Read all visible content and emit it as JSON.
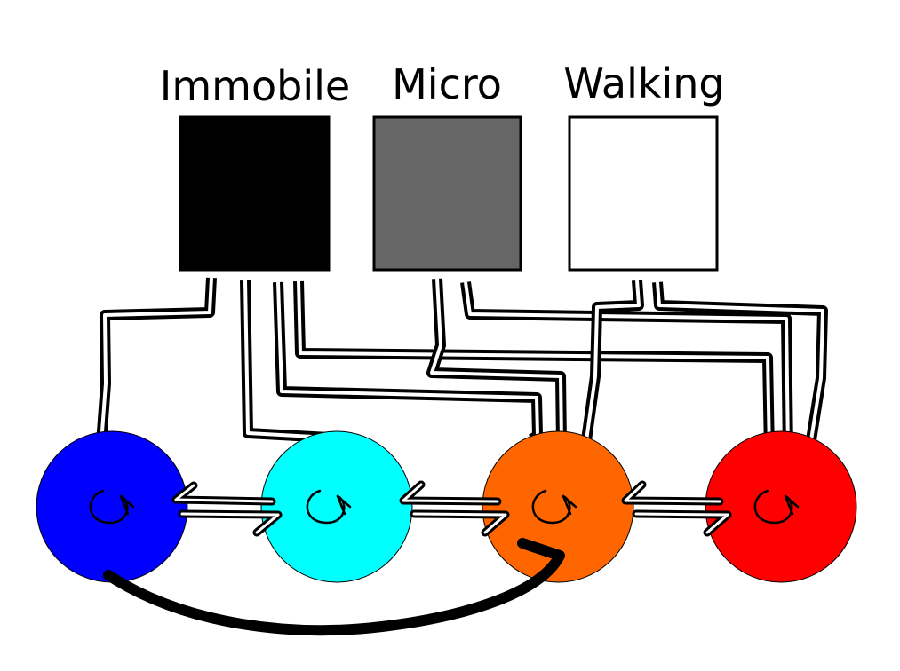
{
  "observations": [
    {
      "id": "immobile",
      "label": "Immobile",
      "color": "#000000"
    },
    {
      "id": "micro",
      "label": "Micro",
      "color": "#666666"
    },
    {
      "id": "walking",
      "label": "Walking",
      "color": "#ffffff"
    }
  ],
  "states": [
    {
      "id": "state-1",
      "color": "#0000ff",
      "self_transition": true
    },
    {
      "id": "state-2",
      "color": "#00ffff",
      "self_transition": true
    },
    {
      "id": "state-3",
      "color": "#ff6600",
      "self_transition": true
    },
    {
      "id": "state-4",
      "color": "#ff0000",
      "self_transition": true
    }
  ],
  "transitions": [
    {
      "from": "state-1",
      "to": "state-2"
    },
    {
      "from": "state-2",
      "to": "state-1"
    },
    {
      "from": "state-2",
      "to": "state-3"
    },
    {
      "from": "state-3",
      "to": "state-2"
    },
    {
      "from": "state-3",
      "to": "state-4"
    },
    {
      "from": "state-4",
      "to": "state-3"
    },
    {
      "from": "state-1",
      "to": "state-3"
    }
  ],
  "emissions": [
    {
      "observation": "immobile",
      "state": "state-1"
    },
    {
      "observation": "immobile",
      "state": "state-2"
    },
    {
      "observation": "immobile",
      "state": "state-3"
    },
    {
      "observation": "immobile",
      "state": "state-4"
    },
    {
      "observation": "micro",
      "state": "state-3"
    },
    {
      "observation": "micro",
      "state": "state-4"
    },
    {
      "observation": "walking",
      "state": "state-3"
    },
    {
      "observation": "walking",
      "state": "state-4"
    }
  ]
}
